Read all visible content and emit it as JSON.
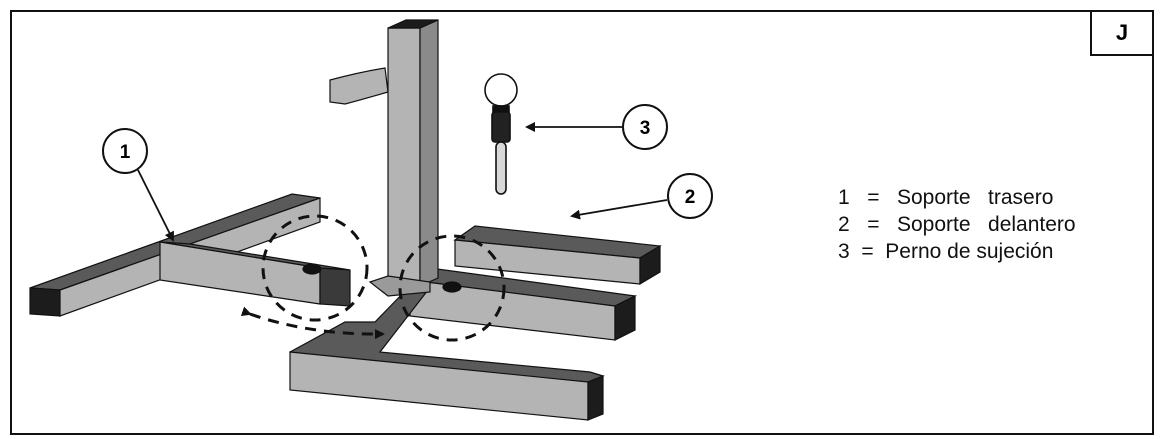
{
  "reference_letter": "J",
  "callouts": [
    "1",
    "2",
    "3"
  ],
  "legend": [
    {
      "num": "1",
      "text": "=   Soporte   trasero"
    },
    {
      "num": "2",
      "text": "=   Soporte   delantero"
    },
    {
      "num": "3",
      "text": "=  Perno de sujeción"
    }
  ],
  "colors": {
    "bar_top": "#5a5a5a",
    "bar_side": "#b4b4b4",
    "bar_end": "#1c1c1c",
    "outline": "#111111"
  }
}
